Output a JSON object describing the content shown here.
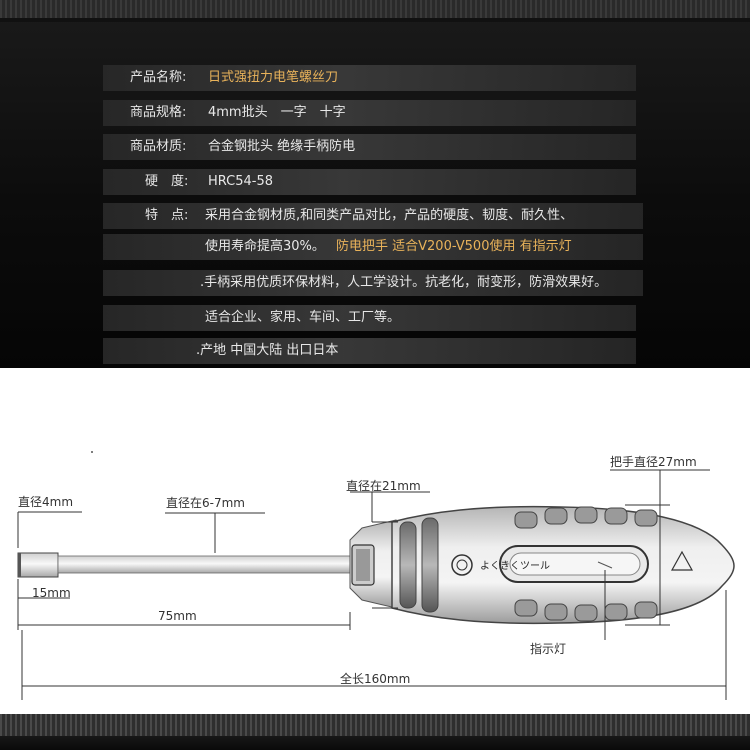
{
  "specs": {
    "name_label": "产品名称:",
    "name_value": "日式强扭力电笔螺丝刀",
    "spec_label": "商品规格:",
    "spec_value": "4mm批头　一字　十字",
    "material_label": "商品材质:",
    "material_value": "合金钢批头 绝缘手柄防电",
    "hardness_label": "硬　度:",
    "hardness_value": "HRC54-58",
    "feature_label": "特　点:",
    "feature_line1": "采用合金钢材质,和同类产品对比，产品的硬度、韧度、耐久性、",
    "feature_line2_a": "使用寿命提高30%。",
    "feature_line2_b": "防电把手 适合V200-V500使用 有指示灯",
    "feature_line3": ".手柄采用优质环保材料，人工学设计。抗老化，耐变形，防滑效果好。",
    "feature_line4": "适合企业、家用、车间、工厂等。",
    "origin": ".产地 中国大陆 出口日本"
  },
  "dimensions": {
    "tip_width": "直径4mm",
    "shaft_diameter": "直径在6-7mm",
    "collar_diameter": "直径在21mm",
    "handle_diameter": "把手直径27mm",
    "tip_length": "15mm",
    "shaft_length": "75mm",
    "indicator": "指示灯",
    "total_length": "全长160mm"
  },
  "handle_logo": "よくきくツール",
  "colors": {
    "accent_gold": "#e8b25a",
    "panel_dark": "#0c0c0c"
  }
}
